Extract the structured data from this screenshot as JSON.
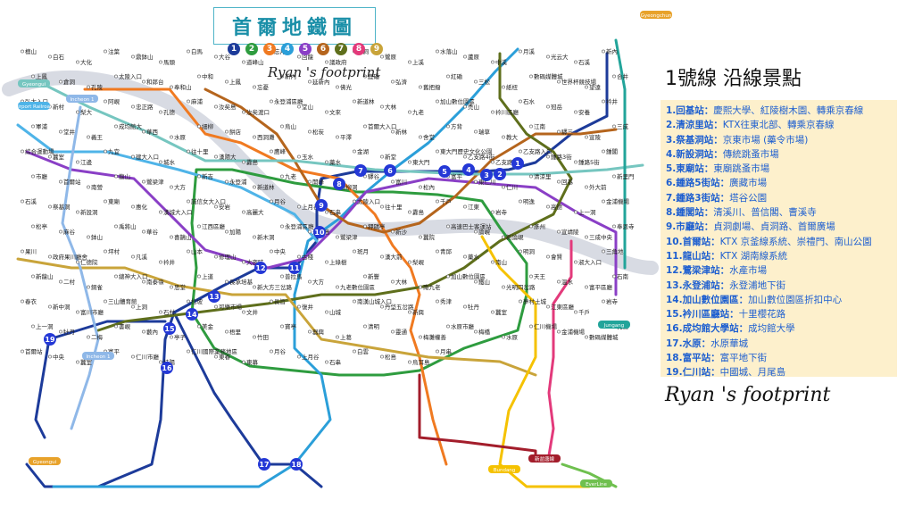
{
  "map": {
    "title": "首爾地鐵圖",
    "line_numbers": [
      {
        "num": "1",
        "color": "#1d3b9a"
      },
      {
        "num": "2",
        "color": "#2e9c3f"
      },
      {
        "num": "3",
        "color": "#f07a21"
      },
      {
        "num": "4",
        "color": "#2b9fd9"
      },
      {
        "num": "5",
        "color": "#8a3fc6"
      },
      {
        "num": "6",
        "color": "#b5651d"
      },
      {
        "num": "7",
        "color": "#5f6f1c"
      },
      {
        "num": "8",
        "color": "#e33a7b"
      },
      {
        "num": "9",
        "color": "#c9a43a"
      }
    ],
    "footprint_label": "Ryan 's footprint",
    "marked_stations": [
      {
        "num": "1",
        "name": "回基"
      },
      {
        "num": "2",
        "name": "清涼里"
      },
      {
        "num": "3",
        "name": "祭基洞"
      },
      {
        "num": "4",
        "name": "新設洞"
      },
      {
        "num": "5",
        "name": "東廟"
      },
      {
        "num": "6",
        "name": "鍾路5街"
      },
      {
        "num": "7",
        "name": "鍾路3街"
      },
      {
        "num": "8",
        "name": "鍾閣"
      },
      {
        "num": "9",
        "name": "市廳"
      },
      {
        "num": "10",
        "name": "首爾"
      },
      {
        "num": "11",
        "name": "龍山"
      },
      {
        "num": "12",
        "name": "鷺梁津"
      },
      {
        "num": "13",
        "name": "永登浦"
      },
      {
        "num": "14",
        "name": "加山數位園區"
      },
      {
        "num": "15",
        "name": "衿川區廳"
      },
      {
        "num": "16",
        "name": "成均館大學"
      },
      {
        "num": "17",
        "name": "水原"
      },
      {
        "num": "18",
        "name": "富平"
      },
      {
        "num": "19",
        "name": "仁川"
      }
    ],
    "terminal_labels": [
      "Gyeongui",
      "Airport Railroad",
      "Incheon 1",
      "Incheon 1",
      "Jungang",
      "Gyeongchun",
      "Bundang",
      "EverLine",
      "新盆唐線",
      "Gyeongui"
    ],
    "stations": [
      "檀山",
      "白石",
      "大化",
      "注葉",
      "鼎鉢山",
      "馬頭",
      "白馬",
      "大谷",
      "道峰山",
      "忘月寺",
      "回龍",
      "議政府",
      "倉洞",
      "鷺原",
      "上溪",
      "水落山",
      "蘆原",
      "中溪",
      "月溪",
      "光云大",
      "石溪",
      "新內",
      "上鳳",
      "倉洞",
      "孔陵",
      "太陵入口",
      "和郎台",
      "奉和山",
      "中和",
      "上鳳",
      "忘憂",
      "新內",
      "延新內",
      "佛光",
      "鹿磻",
      "弘濟",
      "舊把撥",
      "紅磡",
      "三松",
      "紙杻",
      "數碼媒體城",
      "世界杯競技場",
      "望遠",
      "合井",
      "弘大入口",
      "新村",
      "梨大",
      "阿峴",
      "忠正路",
      "孔德",
      "麻浦",
      "汝矣島",
      "汝矣渡口",
      "永登浦區廳",
      "堂山",
      "文來",
      "新道林",
      "大林",
      "九老",
      "加山數位園區",
      "禿山",
      "衿川區廳",
      "石水",
      "冠岳",
      "安養",
      "衿井",
      "軍浦",
      "堂井",
      "義王",
      "成均館大",
      "華西",
      "水原",
      "細柳",
      "餅店",
      "西洞灘",
      "烏山",
      "松炭",
      "平澤",
      "首爾大入口",
      "新林",
      "舍堂",
      "方背",
      "瑞草",
      "教大",
      "江南",
      "驛三",
      "宣陵",
      "三成",
      "綜合運動場",
      "蠶室",
      "江邊",
      "九宜",
      "建大入口",
      "城水",
      "往十里",
      "漢陽大",
      "纛島",
      "鷹峰",
      "玉水",
      "藥水",
      "金湖",
      "新堂",
      "東大門",
      "東大門歷史文化公園",
      "乙支路4街",
      "乙支路3街",
      "乙支路入口",
      "鍾路3街",
      "鍾路5街",
      "鍾閣",
      "市廳",
      "首爾站",
      "南營",
      "龍山",
      "鷺梁津",
      "大方",
      "新吉",
      "永登浦",
      "新道林",
      "九老",
      "開峰",
      "梧柳洞",
      "驛谷",
      "富川",
      "松內",
      "富平",
      "東仁川",
      "仁川",
      "清涼里",
      "回基",
      "外大前",
      "新里門",
      "石溪",
      "祭基洞",
      "新設洞",
      "東廟",
      "惠化",
      "漢城大入口",
      "誠信女大入口",
      "安岩",
      "高麗大",
      "月谷",
      "上月谷",
      "石串",
      "太陵入口",
      "往十里",
      "纛島",
      "千戶",
      "江東",
      "岩寺",
      "明逸",
      "高德",
      "上一洞",
      "金浦機場",
      "松亭",
      "麻谷",
      "鉢山",
      "禹將山",
      "華谷",
      "喜鵲山",
      "江西區廳",
      "加陽",
      "新木洞",
      "永登浦區廳",
      "汝矣島",
      "鷺梁津",
      "狎鷗亭",
      "新沙",
      "蠶院",
      "高速巴士客運站",
      "論峴",
      "新論峴",
      "彥州",
      "宣靖陵",
      "三成中央",
      "奉恩寺",
      "果川",
      "政府果川廳舍",
      "仁德院",
      "坪村",
      "凡溪",
      "衿井",
      "山本",
      "修理山",
      "大夜味",
      "中央",
      "古棧",
      "上綠樹",
      "斑月",
      "漢大前",
      "梨峴",
      "青邱",
      "藥水",
      "南山",
      "明洞",
      "會賢",
      "淑大入口",
      "三角地",
      "新龍山",
      "二村",
      "銅雀",
      "總神大入口",
      "南泰嶺",
      "思堂",
      "上道",
      "長承培基",
      "新大方三岔路",
      "普拉馬",
      "大方",
      "九老數位園區",
      "新豐",
      "大林",
      "南九老",
      "加山數位園區",
      "鐵山",
      "光明四岔路",
      "天王",
      "溫水",
      "富平區廳",
      "石南",
      "春衣",
      "新中洞",
      "富川市廳",
      "三山體育館",
      "上洞",
      "石村",
      "松坡",
      "可樂市場",
      "文井",
      "長旨",
      "復井",
      "山城",
      "南漢山城入口",
      "丹垈五岔路",
      "新興",
      "秀津",
      "牡丹",
      "蠶室",
      "夢村土城",
      "江東區廳",
      "千戶",
      "岩寺",
      "上一洞",
      "牡丹",
      "二梅",
      "書峴",
      "藪內",
      "亭子",
      "美金",
      "梧里",
      "竹田",
      "寶亭",
      "器興",
      "上葛",
      "清明",
      "靈通",
      "梅灘權善",
      "水原市廳",
      "梅橋",
      "水原",
      "仁川機場",
      "金浦機場",
      "數碼媒體城",
      "孔德",
      "首爾站",
      "中央",
      "蠶室",
      "富平",
      "仁川市廳",
      "桂陽",
      "仁川國際業務地區",
      "東春",
      "東幕",
      "月谷",
      "上月谷",
      "石串",
      "白雲",
      "松島",
      "烏耳島",
      "月串"
    ]
  },
  "panel": {
    "heading": "1號線  沿線景點",
    "spots": [
      {
        "name": "1.回基站：",
        "desc": "慶熙大學、紅陵樹木園、轉乘京春線"
      },
      {
        "name": "2.清涼里站：",
        "desc": "KTX往東北部、轉乘京春線"
      },
      {
        "name": "3.祭基洞站：",
        "desc": "京東市場 (藥令市場)"
      },
      {
        "name": "4.新設洞站：",
        "desc": "傳統跳蚤市場"
      },
      {
        "name": "5.東廟站：",
        "desc": "東廟跳蚤市場"
      },
      {
        "name": "6.鍾路5街站：",
        "desc": "廣藏市場"
      },
      {
        "name": "7.鍾路3街站：",
        "desc": "塔谷公園"
      },
      {
        "name": "8.鍾閣站：",
        "desc": "清溪川、普信閣、曹溪寺"
      },
      {
        "name": "9.市廳站：",
        "desc": "貞洞劇場、貞洞路、首爾廣場"
      },
      {
        "name": "10.首爾站：",
        "desc": "KTX 京釜線系統、崇禮門、南山公園"
      },
      {
        "name": "11.龍山站：",
        "desc": "KTX 湖南線系統"
      },
      {
        "name": "12.鷺梁津站：",
        "desc": "水產市場"
      },
      {
        "name": "13.永登浦站：",
        "desc": "永登浦地下街"
      },
      {
        "name": "14.加山數位園區：",
        "desc": "加山數位園區折扣中心"
      },
      {
        "name": "15.衿川區廳站：",
        "desc": "十里櫻花路"
      },
      {
        "name": "16.成均館大學站：",
        "desc": "成均館大學"
      },
      {
        "name": "17.水原：",
        "desc": "水原華城"
      },
      {
        "name": "18.富平站：",
        "desc": "富平地下街"
      },
      {
        "name": "19.仁川站：",
        "desc": "中國城、月尾島"
      }
    ],
    "footprint_label": "Ryan 's footprint"
  }
}
